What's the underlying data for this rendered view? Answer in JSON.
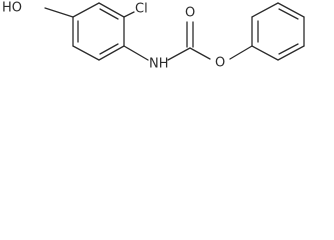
{
  "molecule": {
    "atom_labels": {
      "hydroxyl": "HO",
      "chlorine": "Cl",
      "amine": "NH",
      "carbonyl_oxygen": "O",
      "ester_oxygen": "O"
    }
  },
  "colors": {
    "bond": "#2b2b2b",
    "background": "#ffffff"
  }
}
